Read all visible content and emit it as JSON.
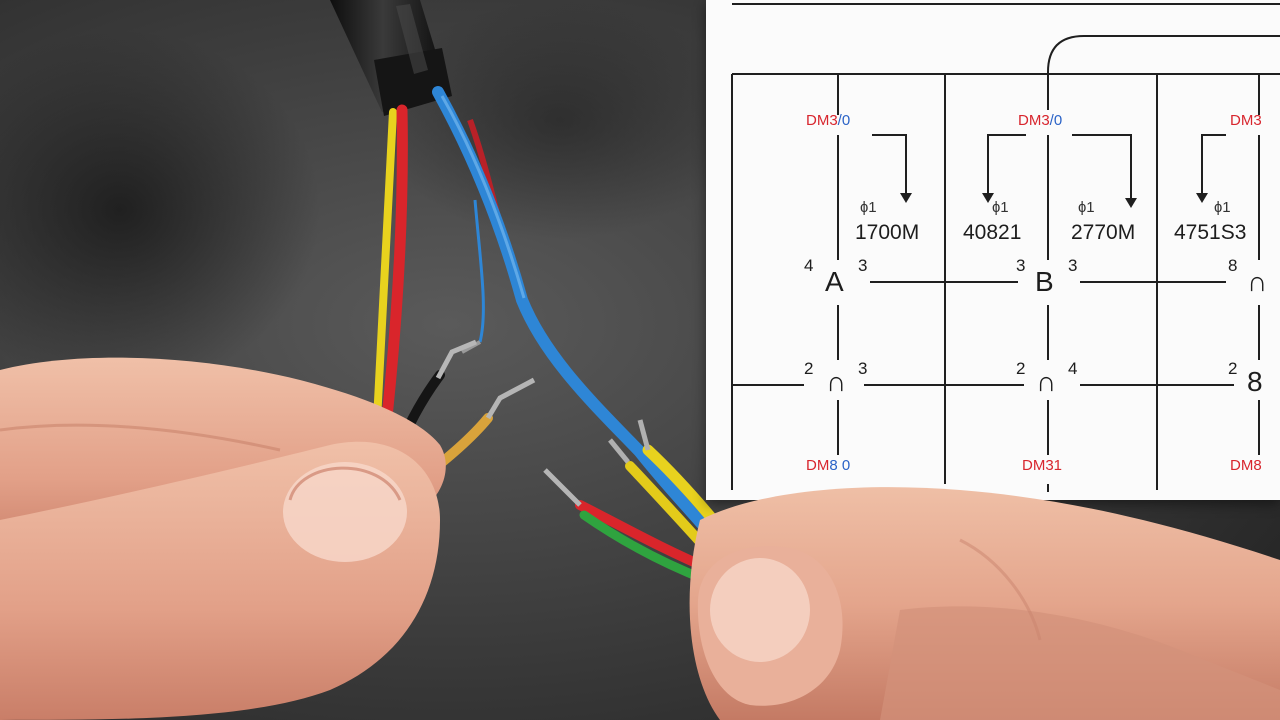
{
  "diagram": {
    "columns": [
      {
        "top_tag_red": "DM3",
        "top_tag_rest": "/0",
        "small_label": "ɸ1",
        "value": "1700M",
        "node": "A",
        "node_pin_left": "4",
        "node_pin_right": "3",
        "lower_node": "∩",
        "lower_pin_left": "2",
        "lower_pin_right": "3",
        "bottom_tag_red": "DM",
        "bottom_tag_rest": "8 0"
      },
      {
        "top_tag_red": "DM3",
        "top_tag_rest": "/0",
        "small_label": "ɸ1",
        "value": "40821",
        "node": "B",
        "node_pin_left": "3",
        "node_pin_right": "3",
        "lower_node": "∩",
        "lower_pin_left": "2",
        "lower_pin_right": "4",
        "bottom_tag_red": "DM31",
        "bottom_tag_rest": ""
      },
      {
        "top_tag_red": "",
        "top_tag_rest": "",
        "small_label": "ɸ1",
        "value": "2770M",
        "node": "",
        "node_pin_left": "",
        "node_pin_right": "",
        "lower_node": "",
        "lower_pin_left": "",
        "lower_pin_right": "",
        "bottom_tag_red": "",
        "bottom_tag_rest": ""
      },
      {
        "top_tag_red": "DM3",
        "top_tag_rest": "",
        "small_label": "ɸ1",
        "value": "4751S3",
        "node": "∩",
        "node_pin_left": "8",
        "node_pin_right": "",
        "lower_node": "8",
        "lower_pin_left": "2",
        "lower_pin_right": "",
        "bottom_tag_red": "DM8",
        "bottom_tag_rest": ""
      }
    ]
  },
  "colors": {
    "wire_red": "#d9252b",
    "wire_yellow": "#e8d21e",
    "wire_blue": "#2e86d6",
    "wire_green": "#2fa33f",
    "wire_black": "#151515",
    "sheath": "#1b1b1b",
    "skin": "#e9b19a",
    "background": "#3a3a3a"
  }
}
